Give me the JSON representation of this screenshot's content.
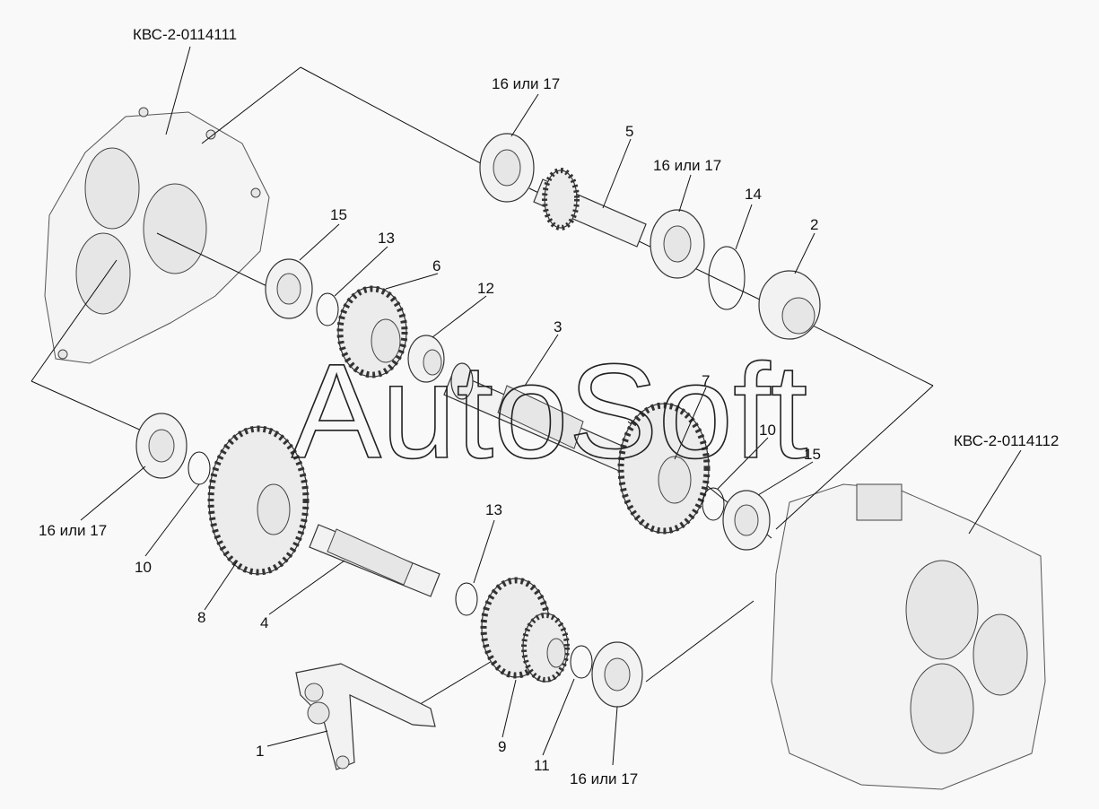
{
  "watermark": "AutoSoft",
  "callouts": {
    "kvs_left": "КВС-2-0114111",
    "kvs_right": "КВС-2-0114112",
    "p1": "1",
    "p2": "2",
    "p3": "3",
    "p4": "4",
    "p5": "5",
    "p6": "6",
    "p7": "7",
    "p8": "8",
    "p9": "9",
    "p10a": "10",
    "p10b": "10",
    "p11": "11",
    "p12": "12",
    "p13a": "13",
    "p13b": "13",
    "p14": "14",
    "p15a": "15",
    "p15b": "15",
    "p16a": "16 или 17",
    "p16b": "16 или 17",
    "p16c": "16 или 17",
    "p16d": "16 или 17"
  }
}
